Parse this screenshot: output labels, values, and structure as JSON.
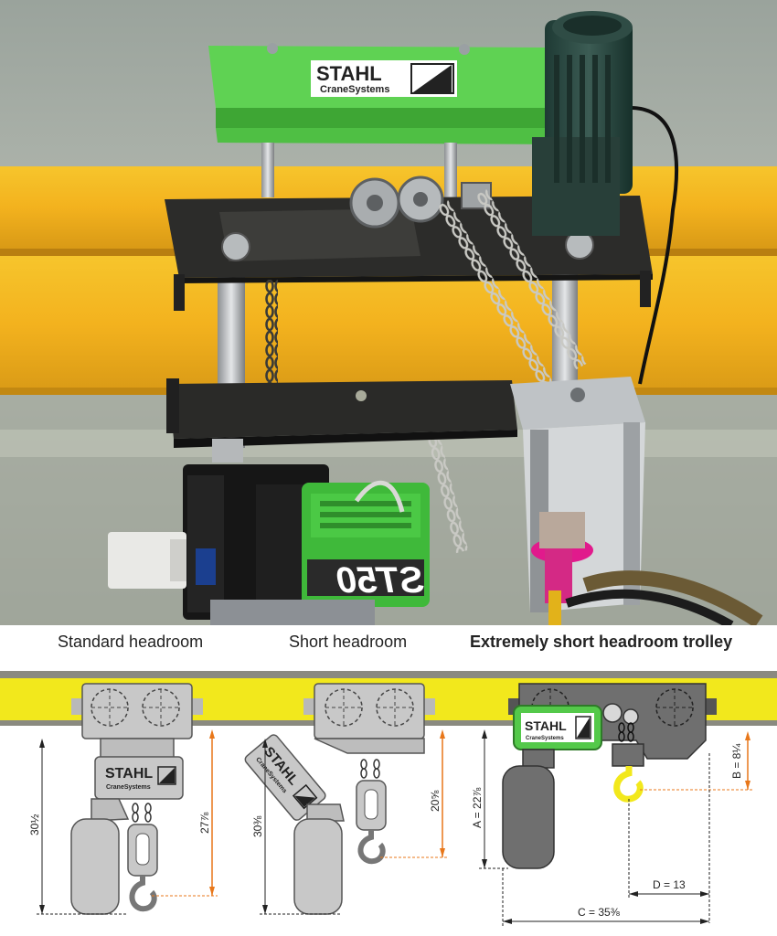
{
  "captions": {
    "standard": "Standard headroom",
    "short": "Short headroom",
    "extremely_short": "Extremely short headroom trolley"
  },
  "photo": {
    "logo_brand": "STAHL",
    "logo_sub": "CraneSystems",
    "hoist_model": "ST50"
  },
  "standard": {
    "logo_brand": "STAHL",
    "logo_sub": "CraneSystems",
    "dim_overall": "30½",
    "dim_hook": "27⅞"
  },
  "short": {
    "logo_brand": "STAHL",
    "logo_sub": "CraneSystems",
    "dim_overall": "30⅜",
    "dim_hook": "20⅝"
  },
  "extremely_short": {
    "logo_brand": "STAHL",
    "logo_sub": "CraneSystems",
    "dim_a": "A = 22⅞",
    "dim_b": "B = 8¼",
    "dim_c": "C = 35⅜",
    "dim_d": "D = 13"
  },
  "colors": {
    "beam_yellow": "#f2e81c",
    "photo_beam_orange": "#f3b21e",
    "cover_green": "#54c94a",
    "dimension_orange": "#e8771a",
    "hoist_grey": "#c8c8c8",
    "trolley_dark": "#6f6f6f"
  }
}
